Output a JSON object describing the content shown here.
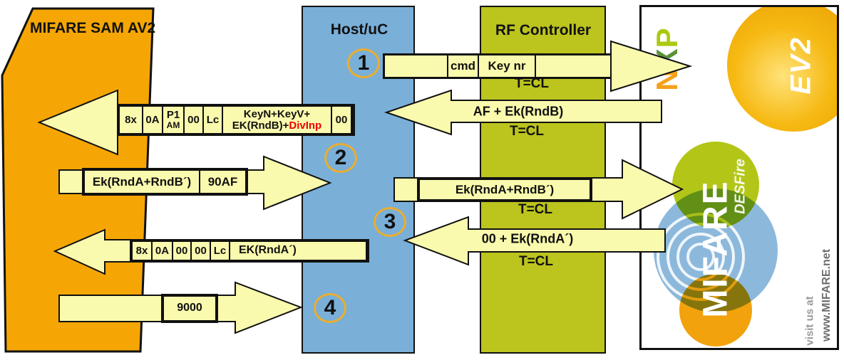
{
  "sam": {
    "title": "MIFARE SAM AV2"
  },
  "host": {
    "title": "Host/uC"
  },
  "rf": {
    "title": "RF Controller"
  },
  "steps": {
    "s1": "1",
    "s2": "2",
    "s3": "3",
    "s4": "4"
  },
  "messages": {
    "host_to_rf_auth": {
      "cell_cmd": "cmd",
      "cell_keynr": "Key nr",
      "protocol": "T=CL"
    },
    "rf_to_host_afrndb": {
      "label": "AF + Ek(RndB)",
      "protocol": "T=CL"
    },
    "host_to_sam_auth": {
      "cells": [
        "8x",
        "0A",
        "P1",
        "AM",
        "00",
        "Lc"
      ],
      "payload_line1": "KeyN+KeyV+",
      "payload_line2": "EK(RndB)+",
      "payload_divinp": "DivInp",
      "cell_le": "00"
    },
    "sam_to_host_rnda": {
      "payload": "Ek(RndA+RndB´)",
      "status": "90AF"
    },
    "host_to_rf_part2": {
      "label": "Ek(RndA+RndB´)",
      "protocol": "T=CL"
    },
    "rf_to_host_rnda": {
      "label": "00 + Ek(RndA´)",
      "protocol": "T=CL"
    },
    "host_to_sam_verify": {
      "cells": [
        "8x",
        "0A",
        "00",
        "00",
        "Lc"
      ],
      "payload": "EK(RndA´)"
    },
    "sam_to_host_ok": {
      "status": "9000"
    }
  },
  "card": {
    "nxp_n": "N",
    "nxp_x": "X",
    "nxp_p": "P",
    "ev2": "EV2",
    "mifare": "MIFARE",
    "desfire": "DESFire",
    "visit": "visit us at",
    "site": "www.MIFARE.net"
  },
  "colors": {
    "sam_orange": "#F5A605",
    "host_blue": "#7AAFD8",
    "rf_olive": "#BCC41E",
    "arrow_yellow": "#FAFAAE",
    "ring_orange": "#EBAD2E",
    "divinp_red": "#EE0000",
    "nxp_n_orange": "#F6A01A",
    "nxp_x_blue": "#4FA0D8",
    "nxp_p_green": "#ADC90E",
    "ev2_orange": "#E89C00",
    "logo_green": "#B3C618",
    "logo_blue": "#8CB8DC",
    "logo_orange": "#F2A20D"
  }
}
